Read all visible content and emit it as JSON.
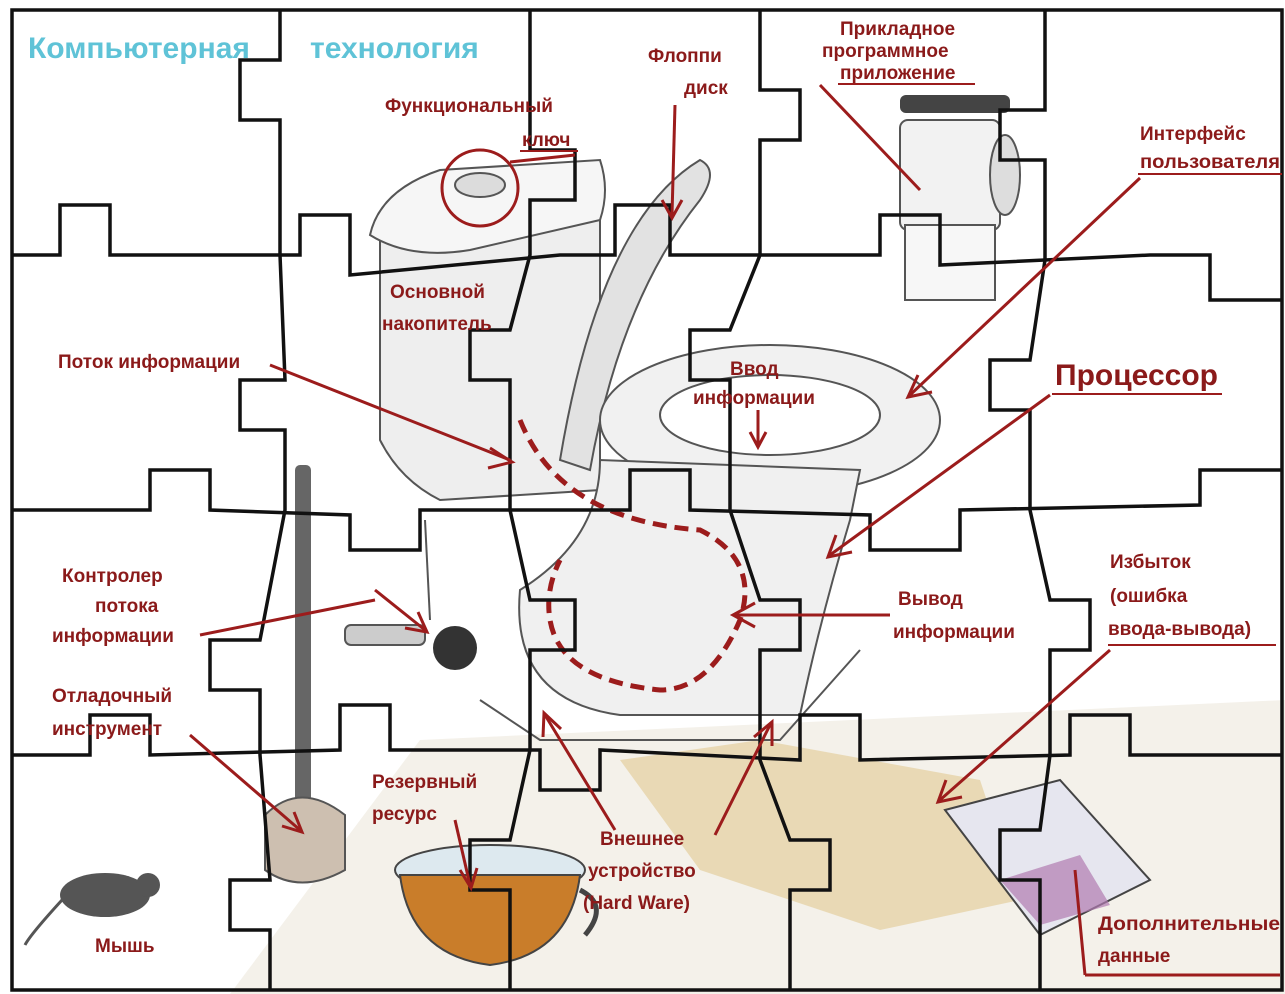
{
  "title": {
    "word1": "Компьютерная",
    "word2": "технология"
  },
  "labels": {
    "floppy": [
      "Флоппи",
      "диск"
    ],
    "application": [
      "Прикладное",
      "программное",
      "приложение"
    ],
    "function_key": [
      "Функциональный",
      "ключ"
    ],
    "user_interface": [
      "Интерфейс",
      "пользователя"
    ],
    "main_storage": [
      "Основной",
      "накопитель"
    ],
    "info_flow": "Поток информации",
    "input": [
      "Ввод",
      "информации"
    ],
    "processor": "Процессор",
    "flow_controller": [
      "Контролер",
      "потока",
      "информации"
    ],
    "output": [
      "Вывод",
      "информации"
    ],
    "excess": [
      "Избыток",
      "(ошибка",
      "ввода-вывода)"
    ],
    "debug_tool": [
      "Отладочный",
      "инструмент"
    ],
    "reserve": [
      "Резервный",
      "ресурс"
    ],
    "external_device": [
      "Внешнее",
      "устройство",
      "(Hard Ware)"
    ],
    "mouse": "Мышь",
    "additional_data": [
      "Дополнительные",
      "данные"
    ]
  },
  "colors": {
    "label": "#8b1a1a",
    "arrow": "#9c1c1c",
    "title": "#5fc3d7",
    "puzzle_lines": "#111111"
  },
  "icons": {
    "toilet": "toilet-illustration",
    "paper_roll": "toilet-paper-icon",
    "plunger": "plunger-icon",
    "pot": "chamber-pot-icon",
    "mouse": "mouse-icon",
    "newspaper": "newspaper-icon"
  }
}
